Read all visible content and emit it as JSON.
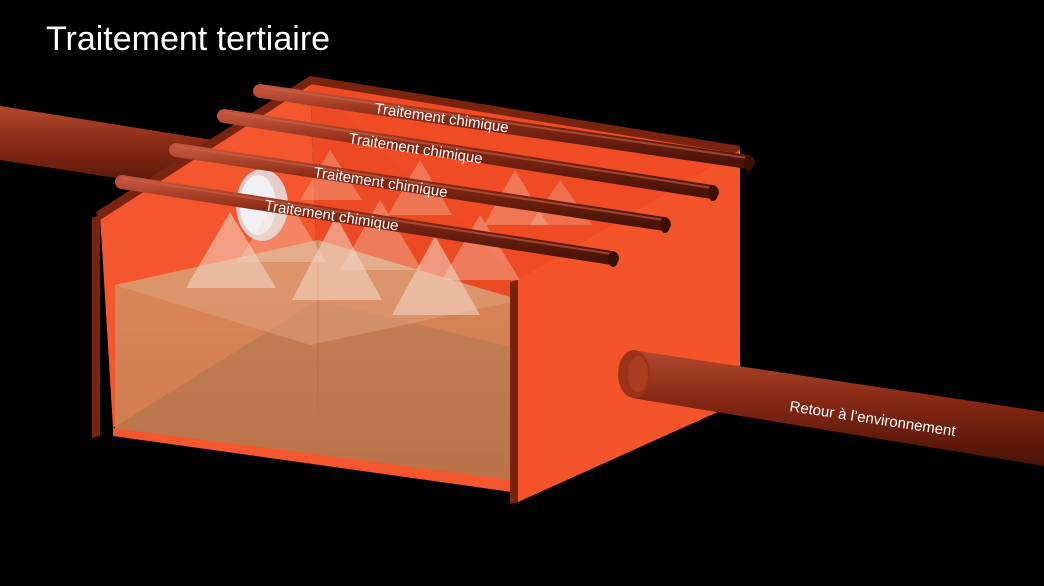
{
  "title": "Traitement tertiaire",
  "pipes": [
    {
      "label": "Traitement chimique"
    },
    {
      "label": "Traitement chimique"
    },
    {
      "label": "Traitement chimique"
    },
    {
      "label": "Traitement chimique"
    }
  ],
  "outlet": {
    "label": "Retour à l’environnement"
  },
  "colors": {
    "background": "#000000",
    "tank": "#f4512a",
    "tank_edge": "#7a2410",
    "water": "#cf8658",
    "pipe": "#8e2c16",
    "spray": "#f3d9c8"
  }
}
